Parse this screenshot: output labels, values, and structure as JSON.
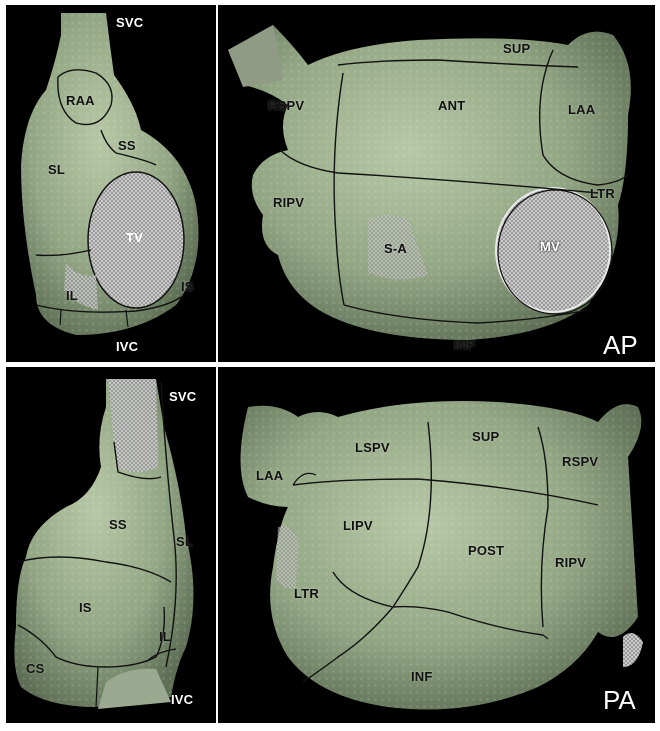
{
  "colors": {
    "background": "#000000",
    "tissue": "#9db08e",
    "tissue_dark": "#6f8266",
    "mesh": "#c9c9c9",
    "line": "#111111",
    "label_on_tissue": "#111111",
    "label_on_black": "#ffffff"
  },
  "panels": {
    "ra_anterior": {
      "labels": {
        "svc": "SVC",
        "raa": "RAA",
        "ss": "SS",
        "sl": "SL",
        "tv": "TV",
        "il": "IL",
        "is": "IS",
        "ivc": "IVC"
      }
    },
    "la_ap": {
      "view": "AP",
      "labels": {
        "sup": "SUP",
        "rspv": "RSPV",
        "ant": "ANT",
        "laa": "LAA",
        "ripv": "RIPV",
        "ltr": "LTR",
        "sa": "S-A",
        "mv": "MV",
        "inf": "INF"
      }
    },
    "ra_posterior": {
      "labels": {
        "svc": "SVC",
        "ss": "SS",
        "sl": "SL",
        "is": "IS",
        "il": "IL",
        "cs": "CS",
        "ivc": "IVC"
      }
    },
    "la_pa": {
      "view": "PA",
      "labels": {
        "lspv": "LSPV",
        "sup": "SUP",
        "rspv": "RSPV",
        "laa": "LAA",
        "lipv": "LIPV",
        "post": "POST",
        "ripv": "RIPV",
        "ltr": "LTR",
        "inf": "INF"
      }
    }
  }
}
